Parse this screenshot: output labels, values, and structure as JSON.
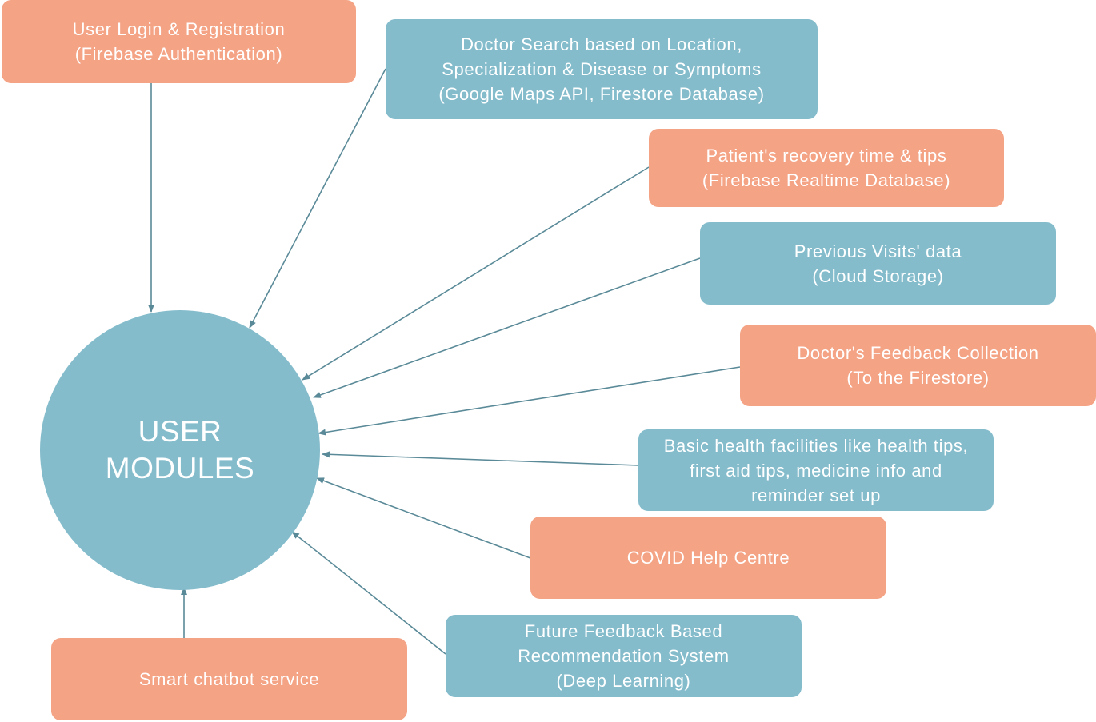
{
  "center": {
    "line1": "USER",
    "line2": "MODULES"
  },
  "modules": {
    "login": {
      "line1": "User Login & Registration",
      "line2": "(Firebase Authentication)"
    },
    "doctor_search": {
      "line1": "Doctor Search based on Location,",
      "line2": "Specialization & Disease or Symptoms",
      "line3": "(Google Maps API, Firestore Database)"
    },
    "recovery": {
      "line1": "Patient's recovery time & tips",
      "line2": "(Firebase Realtime Database)"
    },
    "visits": {
      "line1": "Previous Visits' data",
      "line2": "(Cloud Storage)"
    },
    "feedback": {
      "line1": "Doctor's Feedback Collection",
      "line2": "(To the Firestore)"
    },
    "health": {
      "line1": "Basic health facilities like health tips,",
      "line2": "first aid tips, medicine info and",
      "line3": "reminder set up"
    },
    "covid": {
      "line1": "COVID Help Centre"
    },
    "future": {
      "line1": "Future Feedback Based",
      "line2": "Recommendation System",
      "line3": "(Deep Learning)"
    },
    "chatbot": {
      "line1": "Smart  chatbot service"
    }
  },
  "colors": {
    "orange": "#f4a385",
    "blue": "#84bccc",
    "arrow": "#5a8a98",
    "text": "#ffffff"
  }
}
